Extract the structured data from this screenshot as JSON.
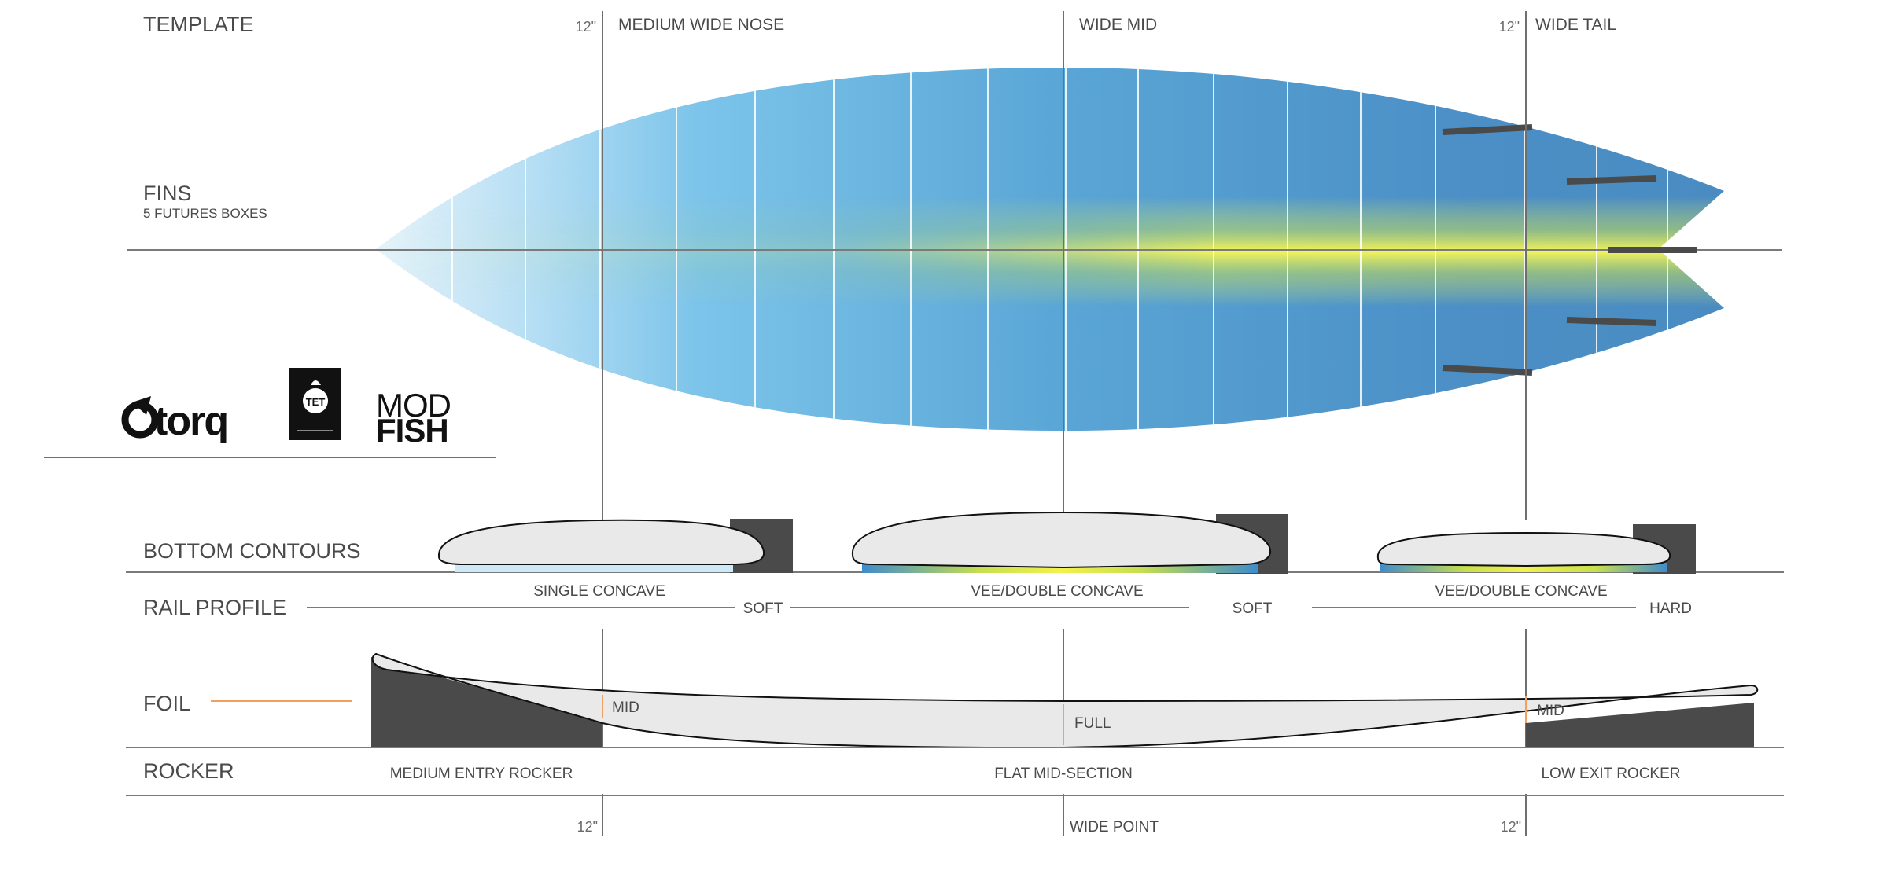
{
  "sections": {
    "template": "TEMPLATE",
    "fins": "FINS",
    "fins_sub": "5 FUTURES BOXES",
    "bottom_contours": "BOTTOM  CONTOURS",
    "rail_profile": "RAIL PROFILE",
    "foil": "FOIL",
    "rocker": "ROCKER"
  },
  "template_zones": {
    "nose_mark": "12\"",
    "nose": "MEDIUM WIDE NOSE",
    "mid": "WIDE MID",
    "tail_mark": "12\"",
    "tail": "WIDE TAIL"
  },
  "bottom_contours": {
    "nose": "SINGLE CONCAVE",
    "mid": "VEE/DOUBLE CONCAVE",
    "tail": "VEE/DOUBLE CONCAVE"
  },
  "rail_profile": {
    "nose": "SOFT",
    "mid": "SOFT",
    "tail": "HARD"
  },
  "foil": {
    "nose": "MID",
    "mid": "FULL",
    "tail": "MID"
  },
  "rocker": {
    "nose": "MEDIUM ENTRY ROCKER",
    "mid": "FLAT MID-SECTION",
    "tail": "LOW EXIT ROCKER"
  },
  "bottom_marks": {
    "left": "12\"",
    "center": "WIDE POINT",
    "right": "12\""
  },
  "logos": {
    "torq": "torq",
    "tet": "TET",
    "model_line1": "MOD",
    "model_line2": "FISH"
  },
  "colors": {
    "deck_blue": "#4b8fc6",
    "light_blue": "#8ccbee",
    "stringer_yellow": "#eef062",
    "fin_gray": "#4a4a4a",
    "foil_accent": "#f0a060",
    "contour_fill": "#e9e9e9"
  }
}
